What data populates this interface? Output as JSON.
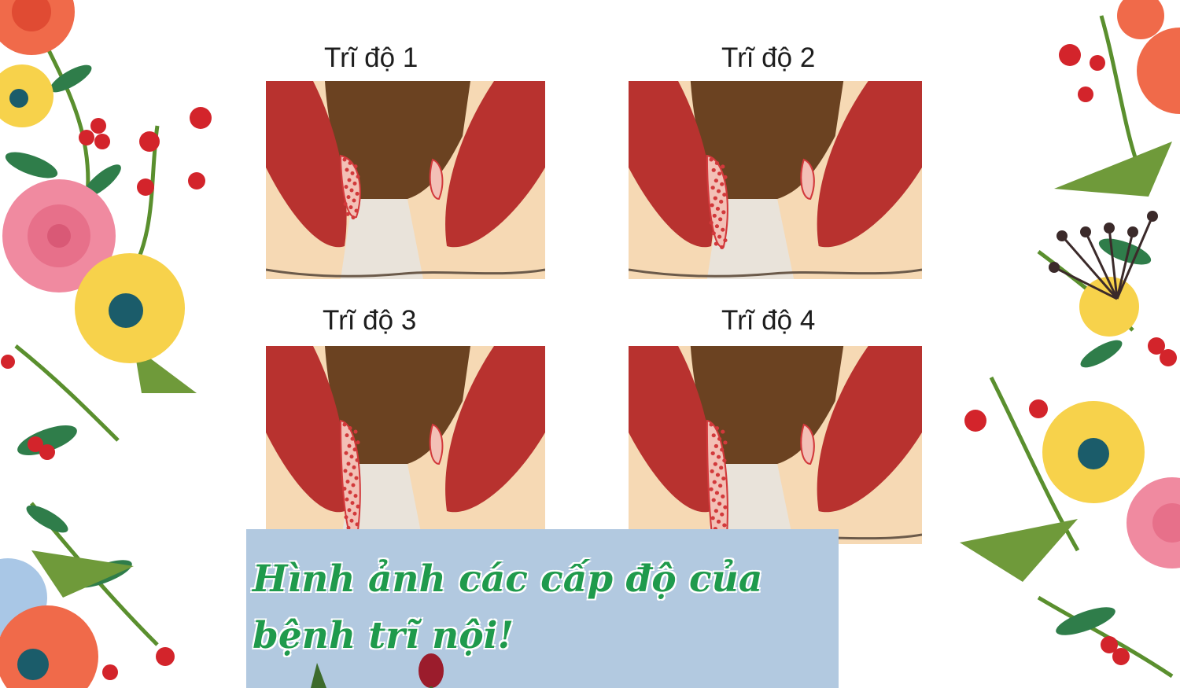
{
  "diagram": {
    "stages": [
      {
        "label": "Trĩ độ 1",
        "severity": 1
      },
      {
        "label": "Trĩ độ 2",
        "severity": 2
      },
      {
        "label": "Trĩ độ 3",
        "severity": 3
      },
      {
        "label": "Trĩ độ 4",
        "severity": 4
      }
    ]
  },
  "caption": {
    "text": "Hình ảnh các cấp độ của bệnh trĩ nội!"
  },
  "colors": {
    "skin": "#f6d9b4",
    "muscle": "#b8322f",
    "lumen": "#6b4221",
    "hemorrhoid": "#f3c0b6",
    "caption_text": "#1f9a4c",
    "caption_bg": "#b2c9e0"
  }
}
